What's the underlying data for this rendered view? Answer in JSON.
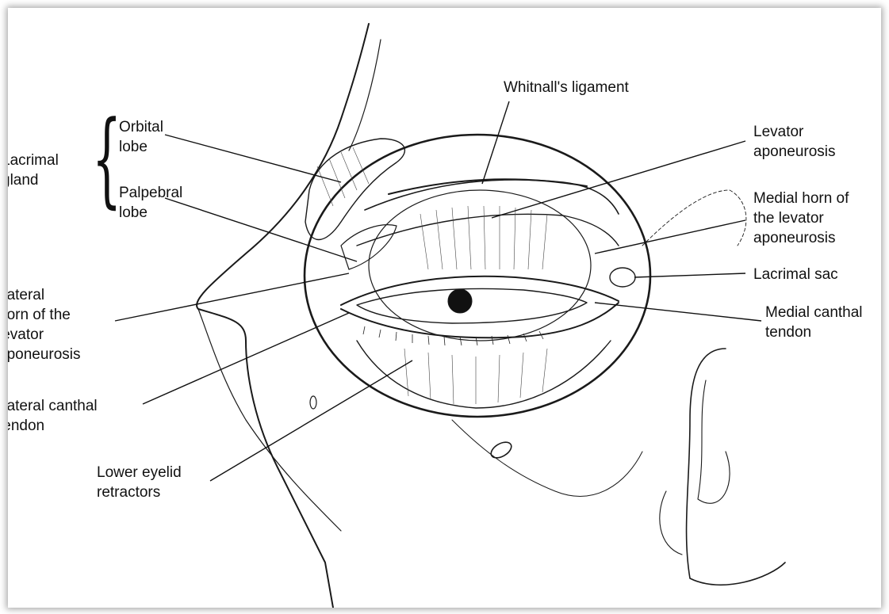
{
  "labels": {
    "whitnall": "Whitnall's ligament",
    "orbital_lobe": "Orbital\nlobe",
    "lacrimal_gland": "Lacrimal\ngland",
    "palpebral_lobe": "Palpebral\nlobe",
    "levator_aponeurosis": "Levator\naponeurosis",
    "medial_horn": "Medial horn of\nthe levator\naponeurosis",
    "lacrimal_sac": "Lacrimal sac",
    "lateral_horn": "Lateral\nhorn of the\nlevator\naponeurosis",
    "medial_canthal_tendon": "Medial canthal\ntendon",
    "lateral_canthal_tendon": "Lateral canthal\ntendon",
    "lower_eyelid_retractors": "Lower eyelid\nretractors"
  }
}
